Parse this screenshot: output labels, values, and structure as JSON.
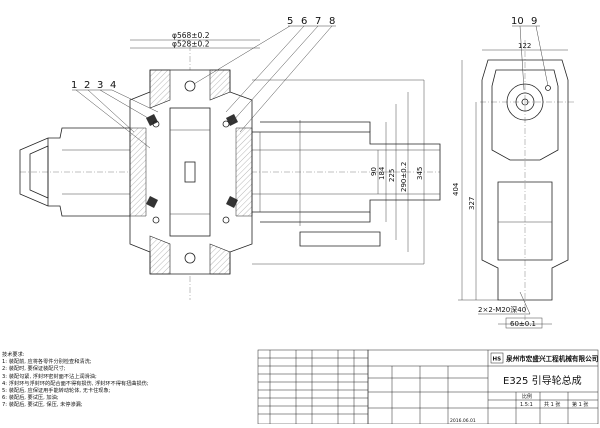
{
  "dims": {
    "d568": "φ568±0.2",
    "d528": "φ528±0.2",
    "d90": "90",
    "d184": "184",
    "d225": "225",
    "d290": "290±0.2",
    "d345": "345",
    "w122": "122",
    "h404": "404",
    "h327": "327",
    "bolts": "2×2-M20深40",
    "w60": "60±0.1"
  },
  "balloons": {
    "left": [
      "1",
      "2",
      "3",
      "4"
    ],
    "top": [
      "5",
      "6",
      "7",
      "8"
    ],
    "side": [
      "10",
      "9"
    ]
  },
  "notes": {
    "title": "技术要求:",
    "items": [
      "1: 装配前, 应将各零件分别检查和清洗;",
      "2: 装配时, 要保证装配尺寸;",
      "3: 装配勾紧, 浮封环密封面不沾上润滑油;",
      "4: 浮封环与浮封环的配合面不得有损伤, 浮封环不得有扭曲损伤;",
      "5: 装配后, 应保证用手能转动轮体, 无卡住现象;",
      "6: 装配后, 要试压, 加油;",
      "7: 装配后, 要试压, 保压, 未停渗漏;"
    ]
  },
  "titleblock": {
    "company": "泉州市宏盛兴工程机械有限公司",
    "title": "E325  引导轮总成",
    "scale_label": "比例",
    "scale": "1.5:1",
    "sheets_total": "共 1 张",
    "sheet_no": "第 1 张",
    "logo": "HS",
    "date": "2016.06.01"
  }
}
